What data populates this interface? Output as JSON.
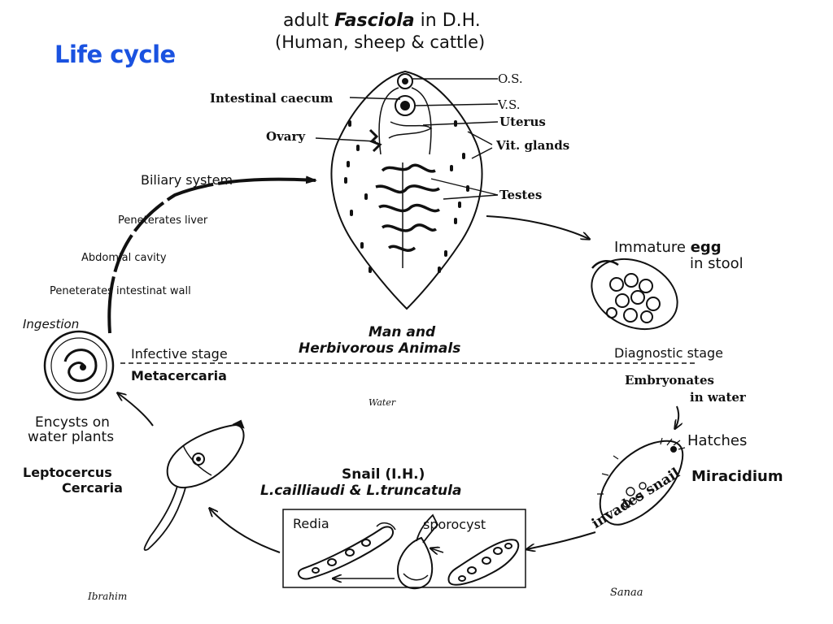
{
  "slide_title": "Life cycle",
  "header": {
    "line1_pre": "adult ",
    "line1_genus": "Fasciola",
    "line1_post": " in D.H.",
    "line2": "(Human, sheep & cattle)"
  },
  "fluke_labels": {
    "os": "O.S.",
    "vs": "V.S.",
    "uterus": "Uterus",
    "vit_glands": "Vit. glands",
    "testes": "Testes",
    "intestinal_caecum": "Intestinal caecum",
    "ovary": "Ovary"
  },
  "host_path": {
    "biliary": "Biliary system",
    "liver": "Peneterates liver",
    "abdominal": "Abdomial cavity",
    "wall": "Peneterates intestinat wall",
    "ingestion": "Ingestion"
  },
  "host_caption": {
    "line1": "Man and",
    "line2": "Herbivorous Animals"
  },
  "egg": {
    "label_pre": "Immature ",
    "label_bold": "egg",
    "label_line2": "in stool",
    "diagnostic": "Diagnostic stage"
  },
  "metacercaria": {
    "infective": "Infective stage",
    "name": "Metacercaria",
    "encysts_line1": "Encysts on",
    "encysts_line2": "water plants"
  },
  "water_label": "Water",
  "embryonates": {
    "line1": "Embryonates",
    "line2": "in water"
  },
  "miracidium": {
    "hatches": "Hatches",
    "name": "Miracidium",
    "invades": "invades snail"
  },
  "snail": {
    "title": "Snail (I.H.)",
    "species": "L.cailliaudi & L.truncatula",
    "redia": "Redia",
    "sporocyst": "sporocyst"
  },
  "cercaria": {
    "line1": "Leptocercus",
    "line2": "Cercaria"
  },
  "signatures": {
    "left": "Ibrahim",
    "right": "Sanaa"
  },
  "colors": {
    "title_blue": "#1a52e0",
    "ink": "#111111"
  }
}
